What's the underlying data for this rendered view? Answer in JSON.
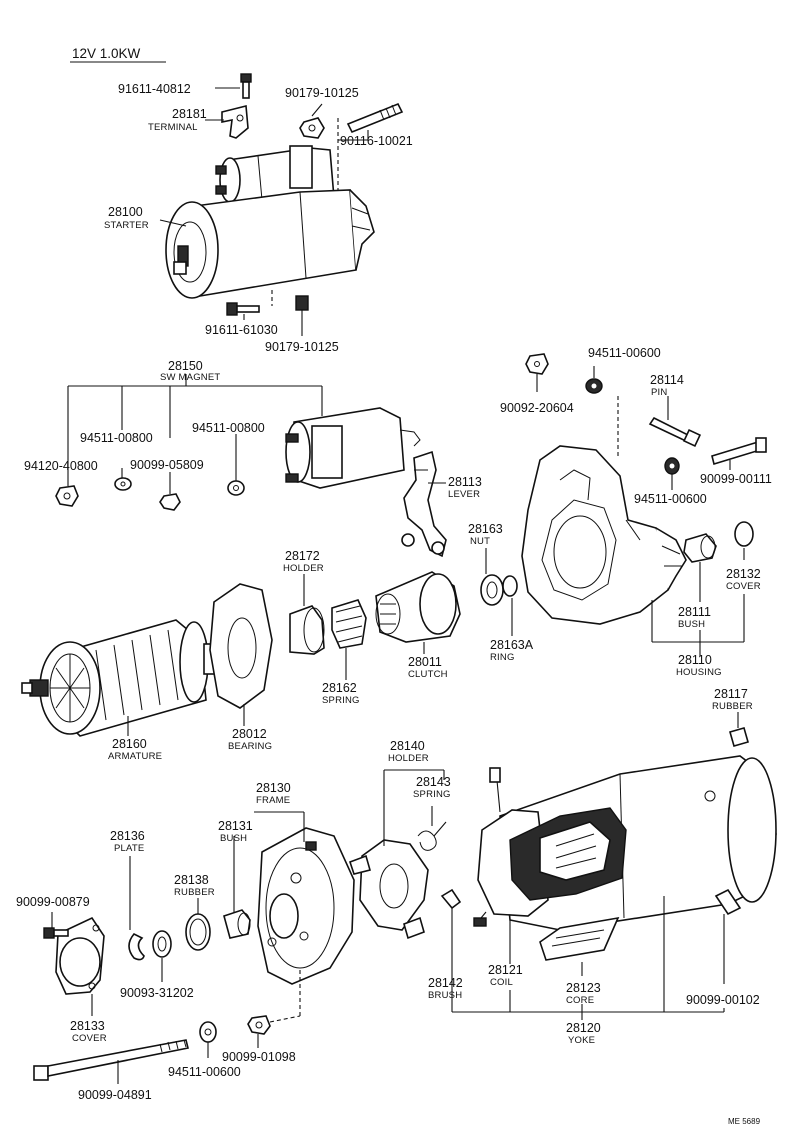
{
  "header": "12V  1.0KW",
  "ref_code": "ME 5689",
  "labels": {
    "p91611_40812": "91611-40812",
    "p28181_num": "28181",
    "p28181_name": "TERMINAL",
    "p90179_10125_top": "90179-10125",
    "p90116_10021": "90116-10021",
    "p28100_num": "28100",
    "p28100_name": "STARTER",
    "p91611_61030": "91611-61030",
    "p90179_10125_bot": "90179-10125",
    "p28150_num": "28150",
    "p28150_name": "SW MAGNET",
    "p94511_00800_a": "94511-00800",
    "p94511_00800_b": "94511-00800",
    "p94120_40800": "94120-40800",
    "p90099_05809": "90099-05809",
    "p94511_00600_top": "94511-00600",
    "p90092_20604": "90092-20604",
    "p28114_num": "28114",
    "p28114_name": "PIN",
    "p28113_num": "28113",
    "p28113_name": "LEVER",
    "p90099_00111": "90099-00111",
    "p94511_00600_mid": "94511-00600",
    "p28163_num": "28163",
    "p28163_name": "NUT",
    "p28132_num": "28132",
    "p28132_name": "COVER",
    "p28172_num": "28172",
    "p28172_name": "HOLDER",
    "p28111_num": "28111",
    "p28111_name": "BUSH",
    "p28163A_num": "28163A",
    "p28163A_name": "RING",
    "p28110_num": "28110",
    "p28110_name": "HOUSING",
    "p28011_num": "28011",
    "p28011_name": "CLUTCH",
    "p28162_num": "28162",
    "p28162_name": "SPRING",
    "p28160_num": "28160",
    "p28160_name": "ARMATURE",
    "p28012_num": "28012",
    "p28012_name": "BEARING",
    "p28117_num": "28117",
    "p28117_name": "RUBBER",
    "p28140_num": "28140",
    "p28140_name": "HOLDER",
    "p28130_num": "28130",
    "p28130_name": "FRAME",
    "p28143_num": "28143",
    "p28143_name": "SPRING",
    "p28131_num": "28131",
    "p28131_name": "BUSH",
    "p28136_num": "28136",
    "p28136_name": "PLATE",
    "p28138_num": "28138",
    "p28138_name": "RUBBER",
    "p90099_00879": "90099-00879",
    "p28142_num": "28142",
    "p28142_name": "BRUSH",
    "p28121_num": "28121",
    "p28121_name": "COIL",
    "p28123_num": "28123",
    "p28123_name": "CORE",
    "p90099_00102": "90099-00102",
    "p90093_31202": "90093-31202",
    "p28133_num": "28133",
    "p28133_name": "COVER",
    "p28120_num": "28120",
    "p28120_name": "YOKE",
    "p90099_01098": "90099-01098",
    "p94511_00600_bot": "94511-00600",
    "p90099_04891": "90099-04891"
  }
}
